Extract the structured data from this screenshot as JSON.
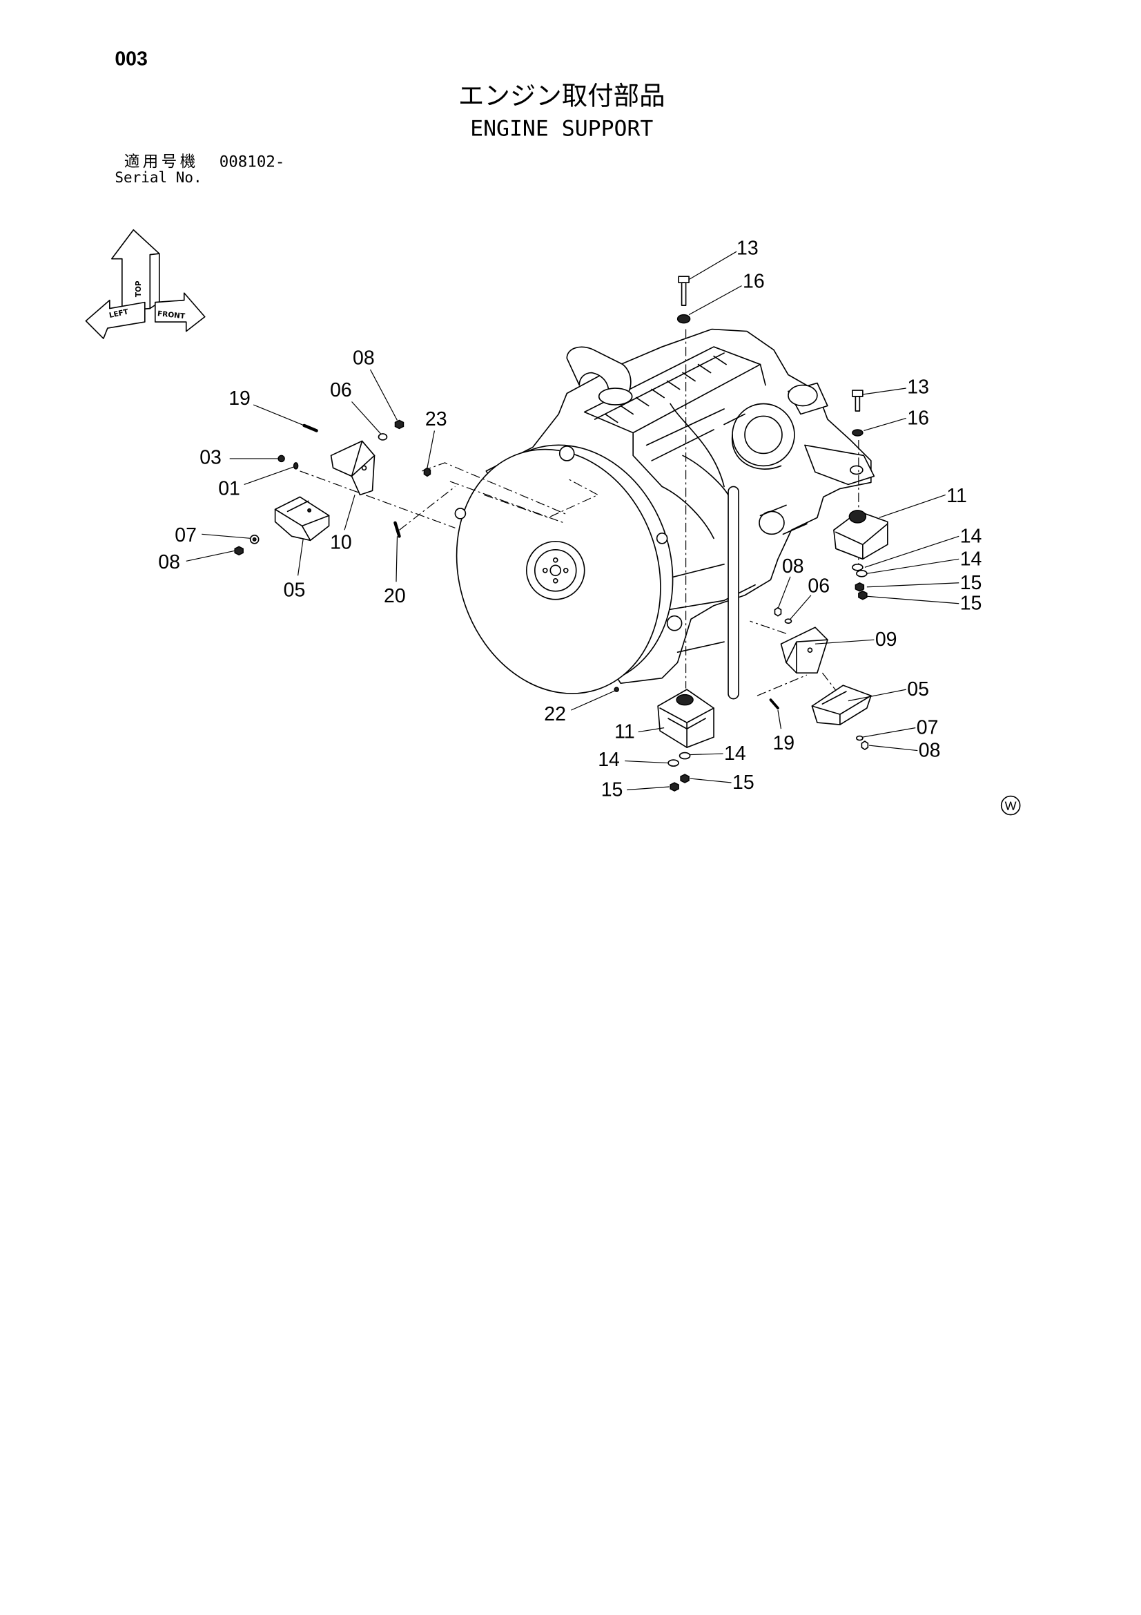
{
  "page": {
    "number": "003"
  },
  "title": {
    "ja": "エンジン取付部品",
    "en": "ENGINE SUPPORT"
  },
  "serial": {
    "label_ja": "適用号機",
    "number": "008102-",
    "label_en": "Serial No."
  },
  "direction_icon": {
    "up": "TOP",
    "left": "LEFT",
    "right": "FRONT"
  },
  "callouts": [
    {
      "label": "13"
    },
    {
      "label": "16"
    },
    {
      "label": "13"
    },
    {
      "label": "16"
    },
    {
      "label": "11"
    },
    {
      "label": "14"
    },
    {
      "label": "14"
    },
    {
      "label": "15"
    },
    {
      "label": "15"
    },
    {
      "label": "08"
    },
    {
      "label": "06"
    },
    {
      "label": "09"
    },
    {
      "label": "05"
    },
    {
      "label": "07"
    },
    {
      "label": "08"
    },
    {
      "label": "19"
    },
    {
      "label": "22"
    },
    {
      "label": "11"
    },
    {
      "label": "14"
    },
    {
      "label": "14"
    },
    {
      "label": "15"
    },
    {
      "label": "15"
    },
    {
      "label": "08"
    },
    {
      "label": "19"
    },
    {
      "label": "06"
    },
    {
      "label": "23"
    },
    {
      "label": "03"
    },
    {
      "label": "01"
    },
    {
      "label": "10"
    },
    {
      "label": "05"
    },
    {
      "label": "20"
    },
    {
      "label": "07"
    },
    {
      "label": "08"
    }
  ],
  "mark": "W",
  "colors": {
    "ink": "#000000",
    "paper": "#ffffff"
  }
}
